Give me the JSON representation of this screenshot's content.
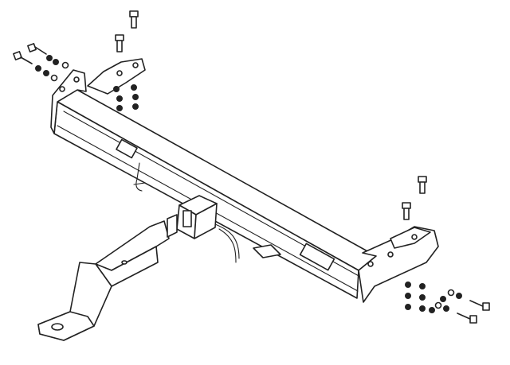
{
  "diagram": {
    "subject": "tow-bar-exploded-view",
    "colors": {
      "line": "#222222",
      "background": "#ffffff"
    },
    "parts": [
      "cross-beam",
      "left-mounting-bracket",
      "right-mounting-bracket",
      "receiver-hitch",
      "drawbar-ball-mount",
      "bolts",
      "nuts-washers",
      "wiring-bracket"
    ]
  }
}
